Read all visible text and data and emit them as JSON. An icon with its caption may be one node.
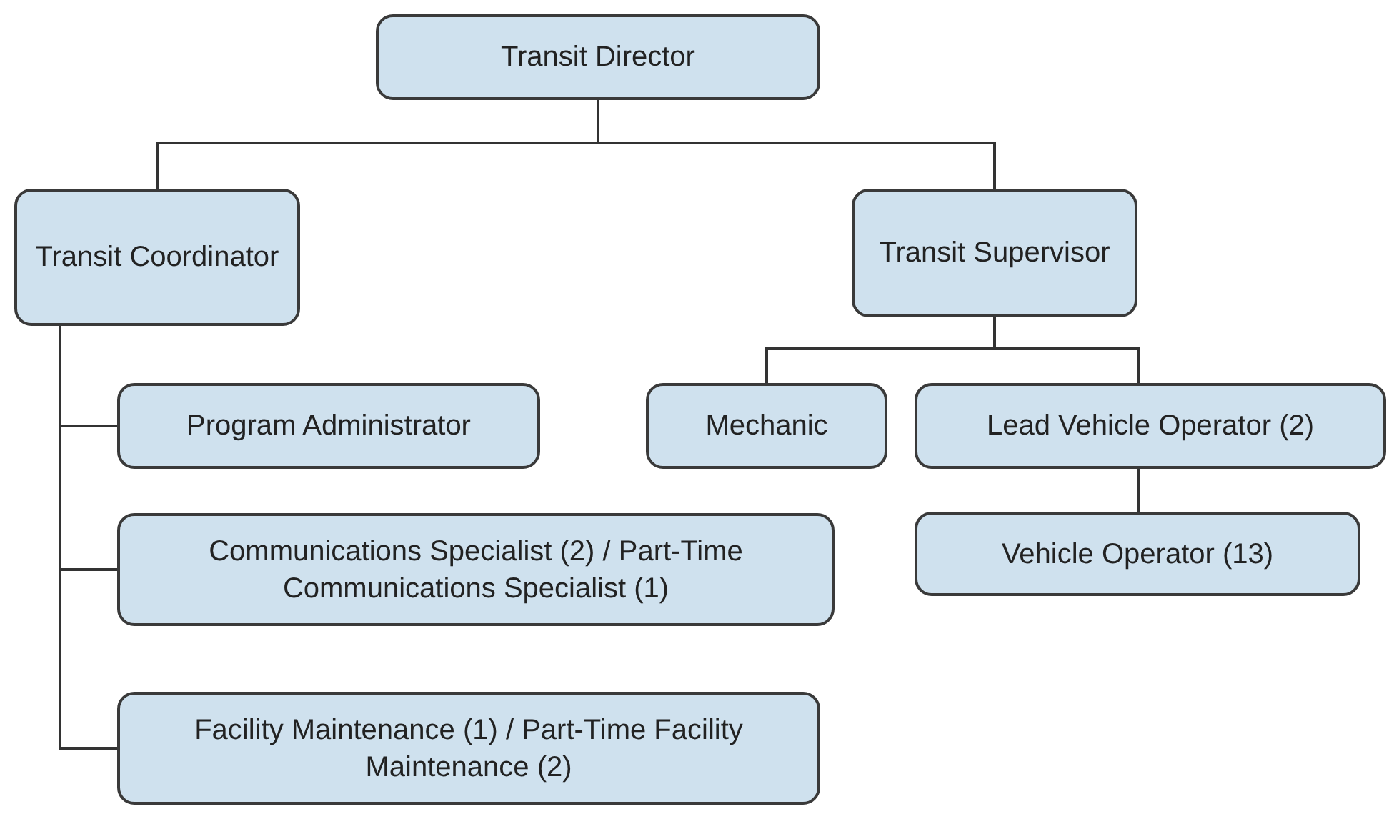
{
  "diagram": {
    "nodes": [
      {
        "text": [
          "Transit Director"
        ]
      },
      {
        "text": [
          "Transit Coordinator"
        ]
      },
      {
        "text": [
          "Transit Supervisor"
        ]
      },
      {
        "text": [
          "Program Administrator"
        ]
      },
      {
        "text": [
          "Communications Specialist (2) / Part-Time Communications Specialist (1)"
        ]
      },
      {
        "text": [
          "Facility Maintenance (1) / Part-Time Facility Maintenance (2)"
        ]
      },
      {
        "text": [
          "Mechanic"
        ]
      },
      {
        "text": [
          "Lead Vehicle Operator (2)"
        ]
      },
      {
        "text": [
          "Vehicle Operator (13)"
        ]
      }
    ],
    "edges": [
      {
        "from": 0,
        "to": 1,
        "arrow": "none"
      },
      {
        "from": 0,
        "to": 2,
        "arrow": "none"
      },
      {
        "from": 1,
        "to": 3,
        "arrow": "none"
      },
      {
        "from": 1,
        "to": 4,
        "arrow": "none"
      },
      {
        "from": 1,
        "to": 5,
        "arrow": "none"
      },
      {
        "from": 2,
        "to": 6,
        "arrow": "none"
      },
      {
        "from": 2,
        "to": 7,
        "arrow": "none"
      },
      {
        "from": 7,
        "to": 8,
        "arrow": "none"
      }
    ]
  }
}
